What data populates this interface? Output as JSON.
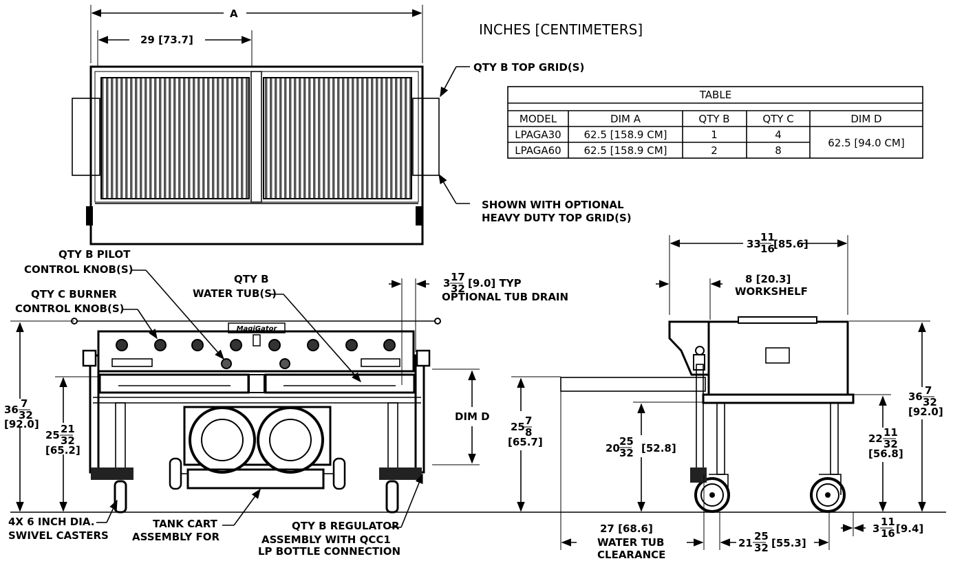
{
  "units_note": "INCHES [CENTIMETERS]",
  "table": {
    "title": "TABLE",
    "headers": [
      "MODEL",
      "DIM A",
      "QTY B",
      "QTY C",
      "DIM D"
    ],
    "rows": [
      {
        "model": "LPAGA30",
        "dim_a": "62.5 [158.9 CM]",
        "qty_b": "1",
        "qty_c": "4"
      },
      {
        "model": "LPAGA60",
        "dim_a": "62.5 [158.9 CM]",
        "qty_b": "2",
        "qty_c": "8"
      }
    ],
    "dim_d_shared": "62.5 [94.0 CM]"
  },
  "top_view": {
    "dim_a": "A",
    "dim_grid_width": "29 [73.7]",
    "label_top_grid": "QTY B TOP GRID(S)",
    "label_optional_1": "SHOWN WITH OPTIONAL",
    "label_optional_2": "HEAVY DUTY TOP GRID(S)"
  },
  "front_view": {
    "pilot_1": "QTY B PILOT",
    "pilot_2": "CONTROL KNOB(S)",
    "burner_1": "QTY C BURNER",
    "burner_2": "CONTROL KNOB(S)",
    "water_1": "QTY B",
    "water_2": "WATER TUB(S)",
    "drain_whole": "3",
    "drain_num": "17",
    "drain_den": "32",
    "drain_rest": "[9.0] TYP",
    "drain_2": "OPTIONAL TUB DRAIN",
    "brand": "MagiGator",
    "height_whole": "36",
    "height_num": "7",
    "height_den": "32",
    "height_cm": "[92.0]",
    "tub_whole": "25",
    "tub_num": "21",
    "tub_den": "32",
    "tub_cm": "[65.2]",
    "dim_d": "DIM D",
    "casters_1": "4X 6 INCH DIA.",
    "casters_2": "SWIVEL CASTERS",
    "tank_1": "TANK CART",
    "tank_2": "ASSEMBLY FOR",
    "reg_1": "QTY B REGULATOR",
    "reg_2": "ASSEMBLY WITH QCC1",
    "reg_3": "LP BOTTLE CONNECTION"
  },
  "side_view": {
    "depth_whole": "33",
    "depth_num": "11",
    "depth_den": "16",
    "depth_cm": "[85.6]",
    "shelf_1": "8 [20.3]",
    "shelf_2": "WORKSHELF",
    "left_whole": "25",
    "left_num": "7",
    "left_den": "8",
    "left_cm": "[65.7]",
    "mid_whole": "20",
    "mid_num": "25",
    "mid_den": "32",
    "mid_cm": "[52.8]",
    "right_whole": "22",
    "right_num": "11",
    "right_den": "32",
    "right_cm": "[56.8]",
    "height_whole": "36",
    "height_num": "7",
    "height_den": "32",
    "height_cm": "[92.0]",
    "clear_1": "27 [68.6]",
    "clear_2": "WATER TUB",
    "clear_3": "CLEARANCE",
    "wb_whole": "21",
    "wb_num": "25",
    "wb_den": "32",
    "wb_cm": "[55.3]",
    "off_whole": "3",
    "off_num": "11",
    "off_den": "16",
    "off_cm": "[9.4]"
  }
}
